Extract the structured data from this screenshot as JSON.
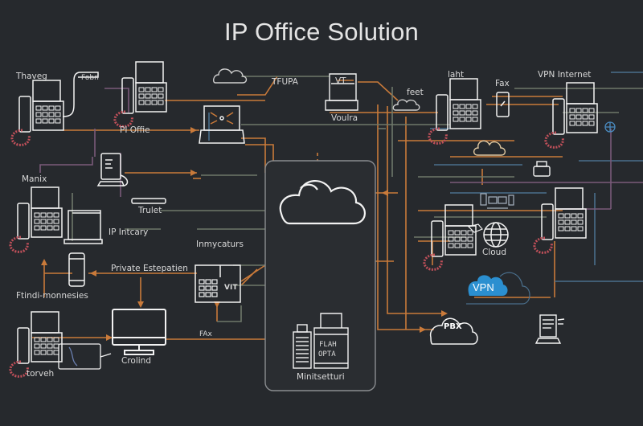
{
  "title": "IP Office Solution",
  "colors": {
    "background": "#26292d",
    "device_stroke": "#f2f2f2",
    "link_orange": "#c97a3a",
    "link_gray": "#6e786a",
    "link_blue": "#4a6f8c",
    "link_purple": "#7a5a7a",
    "vpn_badge": "#2b8fd0",
    "handset_coil": "#c0505a"
  },
  "labels": {
    "thaveg": "Thaveg",
    "fobn": "Fobn",
    "pi_office": "PI Offie",
    "tfupa": "TFUPA",
    "vt_top": "VT",
    "voulra": "Voulra",
    "feet": "feet",
    "laht": "laht",
    "fax_top": "Fax",
    "vpn_internet": "VPN Internet",
    "manix": "Manix",
    "trulet": "Trulet",
    "ip_intcary": "IP Intcary",
    "inmycaturs": "Inmycaturs",
    "private_estepatien": "Private Estepatien",
    "ftindi_monnesies": "Ftindi-monnesies",
    "vit": "VIT",
    "fax_bottom": "FAx",
    "crolind": "Crolind",
    "torveh": "torveh",
    "flah_line1": "FLAH",
    "flah_line2": "OPTA",
    "minitsetturi": "Minitsetturi",
    "cloud": "Cloud",
    "vpn": "VPN",
    "pbx": "PBX"
  },
  "devices": [
    {
      "name": "desk-phone-top-left",
      "icon": "desk-phone-icon"
    },
    {
      "name": "desk-phone-pi-office",
      "icon": "desk-phone-icon"
    },
    {
      "name": "laptop-center-top",
      "icon": "laptop-icon"
    },
    {
      "name": "vt-terminal",
      "icon": "terminal-icon"
    },
    {
      "name": "desk-phone-laht",
      "icon": "desk-phone-icon"
    },
    {
      "name": "mobile-fax",
      "icon": "mobile-phone-icon"
    },
    {
      "name": "desk-phone-vpn-internet",
      "icon": "desk-phone-icon"
    },
    {
      "name": "tablet-workstation",
      "icon": "tablet-icon"
    },
    {
      "name": "network-switch",
      "icon": "switch-icon"
    },
    {
      "name": "desk-phone-manix",
      "icon": "desk-phone-icon"
    },
    {
      "name": "laptop-ip-intcary",
      "icon": "laptop-icon"
    },
    {
      "name": "smartphone",
      "icon": "mobile-phone-icon"
    },
    {
      "name": "pbx-keypad-unit",
      "icon": "keypad-icon"
    },
    {
      "name": "monitor-crolind",
      "icon": "monitor-icon"
    },
    {
      "name": "desk-phone-bottom-left",
      "icon": "desk-phone-icon"
    },
    {
      "name": "central-cloud",
      "icon": "cloud-icon"
    },
    {
      "name": "server",
      "icon": "server-icon"
    },
    {
      "name": "flash-appliance",
      "icon": "appliance-icon"
    },
    {
      "name": "globe-cloud",
      "icon": "globe-icon"
    },
    {
      "name": "desk-phone-right-middle",
      "icon": "desk-phone-icon"
    },
    {
      "name": "desk-phone-cloud",
      "icon": "desk-phone-icon"
    },
    {
      "name": "vpn-cloud",
      "icon": "cloud-icon"
    },
    {
      "name": "pbx-cloud",
      "icon": "cloud-icon"
    },
    {
      "name": "computer-terminal-right",
      "icon": "computer-icon"
    },
    {
      "name": "printer",
      "icon": "printer-icon"
    }
  ]
}
